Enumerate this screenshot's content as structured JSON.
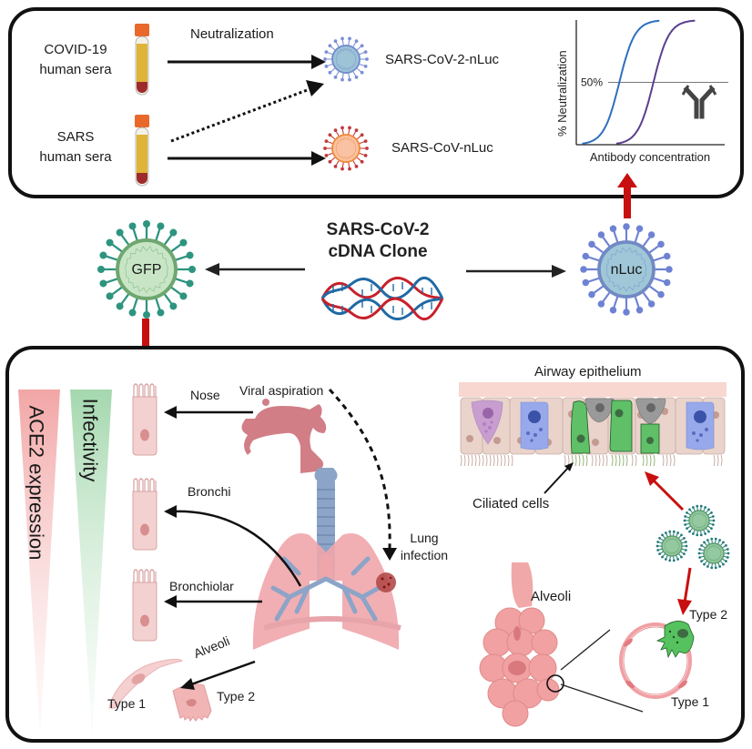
{
  "top_panel": {
    "sera": [
      {
        "line1": "COVID-19",
        "line2": "human sera"
      },
      {
        "line1": "SARS",
        "line2": "human sera"
      }
    ],
    "arrow_label": "Neutralization",
    "viruses": [
      {
        "label": "SARS-CoV-2-nLuc",
        "color": "#7b8fd6",
        "fill": "#9dc3d6"
      },
      {
        "label": "SARS-CoV-nLuc",
        "color": "#c0393b",
        "fill": "#f9c3a3"
      }
    ],
    "chart": {
      "ylabel": "% Neutralization",
      "xlabel": "Antibody concentration",
      "reference_label": "50%",
      "icon": "antibody-icon"
    }
  },
  "chart_data": {
    "type": "line",
    "title": "",
    "xlabel": "Antibody concentration",
    "ylabel": "% Neutralization",
    "reference_line": {
      "y": 50,
      "label": "50%"
    },
    "ylim": [
      0,
      100
    ],
    "xlim": [
      0,
      10
    ],
    "series": [
      {
        "name": "SARS-CoV-2 (blue)",
        "color": "#2f6fbf",
        "ec50": 2.9,
        "x": [
          0.4,
          1.5,
          2.3,
          2.9,
          3.5,
          4.3,
          5.6
        ],
        "y": [
          0,
          6,
          25,
          50,
          75,
          94,
          100
        ]
      },
      {
        "name": "SARS-CoV (purple)",
        "color": "#5b3f8f",
        "ec50": 5.2,
        "x": [
          2.7,
          3.8,
          4.6,
          5.2,
          5.8,
          6.6,
          8.0
        ],
        "y": [
          0,
          6,
          25,
          50,
          75,
          94,
          100
        ]
      }
    ]
  },
  "middle": {
    "title_line1": "SARS-CoV-2",
    "title_line2": "cDNA Clone",
    "left_virus_label": "GFP",
    "right_virus_label": "nLuc"
  },
  "bottom_panel": {
    "gradients": [
      {
        "label": "ACE2 expression",
        "color": "#f2a9a9"
      },
      {
        "label": "Infectivity",
        "color": "#a9dcb3"
      }
    ],
    "airway_labels": {
      "nose": "Nose",
      "viral_aspiration": "Viral aspiration",
      "bronchi": "Bronchi",
      "bronchiolar": "Bronchiolar",
      "alveoli": "Alveoli",
      "lung_infection_1": "Lung",
      "lung_infection_2": "infection",
      "type1": "Type 1",
      "type2": "Type 2"
    },
    "epithelium": {
      "title": "Airway epithelium",
      "ciliated": "Ciliated cells"
    },
    "alveoli_detail": {
      "title": "Alveoli",
      "type2": "Type 2",
      "type1": "Type 1"
    }
  }
}
